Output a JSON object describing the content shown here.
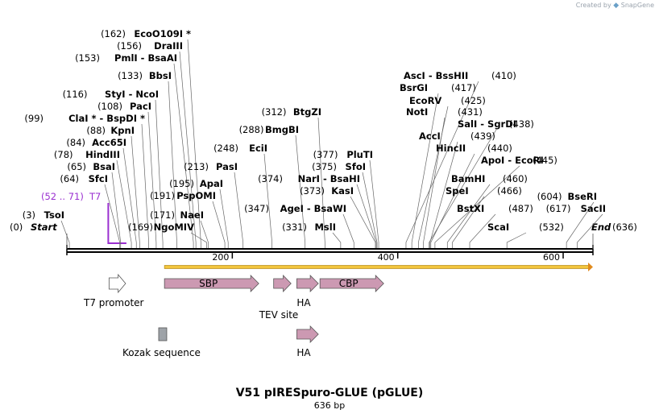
{
  "brand": {
    "prefix": "Created by",
    "name": "SnapGene"
  },
  "plasmid": {
    "title": "V51 pIRESpuro-GLUE (pGLUE)",
    "size_label": "636 bp",
    "length": 636
  },
  "scale": {
    "ticks": [
      200,
      400,
      600
    ]
  },
  "ends": [
    {
      "label": "Start",
      "pos": 0,
      "pos_label": "(0)"
    },
    {
      "label": "End",
      "pos": 636,
      "pos_label": "(636)"
    }
  ],
  "primer": {
    "range_label": "(52 .. 71)",
    "name": "T7",
    "start": 52,
    "end": 71,
    "color": "#9a2fd0"
  },
  "orf": {
    "start": 118,
    "end": 636,
    "color": "#f2c53d"
  },
  "sites": [
    {
      "pos": 3,
      "text": "TsoI",
      "pos_label": "(3)"
    },
    {
      "pos": 64,
      "text": "SfcI",
      "pos_label": "(64)"
    },
    {
      "pos": 65,
      "text": "BsaI",
      "pos_label": "(65)"
    },
    {
      "pos": 78,
      "text": "HindIII",
      "pos_label": "(78)"
    },
    {
      "pos": 84,
      "text": "Acc65I",
      "pos_label": "(84)"
    },
    {
      "pos": 88,
      "text": "KpnI",
      "pos_label": "(88)"
    },
    {
      "pos": 99,
      "text": "ClaI * - BspDI *",
      "pos_label": "(99)"
    },
    {
      "pos": 108,
      "text": "PacI",
      "pos_label": "(108)"
    },
    {
      "pos": 116,
      "text": "StyI - NcoI",
      "pos_label": "(116)"
    },
    {
      "pos": 133,
      "text": "BbsI",
      "pos_label": "(133)"
    },
    {
      "pos": 153,
      "text": "PmlI - BsaAI",
      "pos_label": "(153)"
    },
    {
      "pos": 156,
      "text": "DraIII",
      "pos_label": "(156)"
    },
    {
      "pos": 162,
      "text": "EcoO109I *",
      "pos_label": "(162)"
    },
    {
      "pos": 169,
      "text": "NgoMIV",
      "pos_label": "(169)"
    },
    {
      "pos": 171,
      "text": "NaeI",
      "pos_label": "(171)"
    },
    {
      "pos": 191,
      "text": "PspOMI",
      "pos_label": "(191)"
    },
    {
      "pos": 195,
      "text": "ApaI",
      "pos_label": "(195)"
    },
    {
      "pos": 213,
      "text": "PasI",
      "pos_label": "(213)"
    },
    {
      "pos": 248,
      "text": "EciI",
      "pos_label": "(248)"
    },
    {
      "pos": 288,
      "text": "BmgBI",
      "pos_label": "(288)"
    },
    {
      "pos": 312,
      "text": "BtgZI",
      "pos_label": "(312)"
    },
    {
      "pos": 331,
      "text": "MslI",
      "pos_label": "(331)"
    },
    {
      "pos": 347,
      "text": "AgeI - BsaWI",
      "pos_label": "(347)"
    },
    {
      "pos": 373,
      "text": "KasI",
      "pos_label": "(373)"
    },
    {
      "pos": 374,
      "text": "NarI - BsaHI",
      "pos_label": "(374)"
    },
    {
      "pos": 375,
      "text": "SfoI",
      "pos_label": "(375)"
    },
    {
      "pos": 377,
      "text": "PluTI",
      "pos_label": "(377)"
    },
    {
      "pos": 410,
      "text": "AscI - BssHII",
      "pos_label": "(410)"
    },
    {
      "pos": 417,
      "text": "BsrGI",
      "pos_label": "(417)"
    },
    {
      "pos": 425,
      "text": "EcoRV",
      "pos_label": "(425)"
    },
    {
      "pos": 431,
      "text": "NotI",
      "pos_label": "(431)"
    },
    {
      "pos": 438,
      "text": "SalI - SgrDI",
      "pos_label": "(438)"
    },
    {
      "pos": 439,
      "text": "AccI",
      "pos_label": "(439)"
    },
    {
      "pos": 440,
      "text": "HincII",
      "pos_label": "(440)"
    },
    {
      "pos": 445,
      "text": "ApoI - EcoRI",
      "pos_label": "(445)"
    },
    {
      "pos": 460,
      "text": "BamHI",
      "pos_label": "(460)"
    },
    {
      "pos": 466,
      "text": "SpeI",
      "pos_label": "(466)"
    },
    {
      "pos": 487,
      "text": "BstXI",
      "pos_label": "(487)"
    },
    {
      "pos": 532,
      "text": "ScaI",
      "pos_label": "(532)"
    },
    {
      "pos": 604,
      "text": "BseRI",
      "pos_label": "(604)"
    },
    {
      "pos": 617,
      "text": "SacII",
      "pos_label": "(617)"
    }
  ],
  "features": [
    {
      "name": "T7 promoter",
      "start": 51,
      "end": 71,
      "type": "promoter",
      "color": "#ffffff"
    },
    {
      "name": "SBP",
      "start": 118,
      "end": 232,
      "type": "cds",
      "color": "#cc99b2"
    },
    {
      "name": "TEV site",
      "start": 250,
      "end": 271,
      "type": "cds",
      "color": "#cc99b2"
    },
    {
      "name": "HA",
      "start": 278,
      "end": 304,
      "type": "cds",
      "color": "#cc99b2"
    },
    {
      "name": "CBP",
      "start": 306,
      "end": 383,
      "type": "cds",
      "color": "#cc99b2"
    },
    {
      "name": "Kozak sequence",
      "start": 111,
      "end": 120,
      "type": "misc",
      "color": "#9ea3a8"
    },
    {
      "name": "HA",
      "start": 278,
      "end": 304,
      "type": "cds",
      "color": "#cc99b2"
    }
  ]
}
